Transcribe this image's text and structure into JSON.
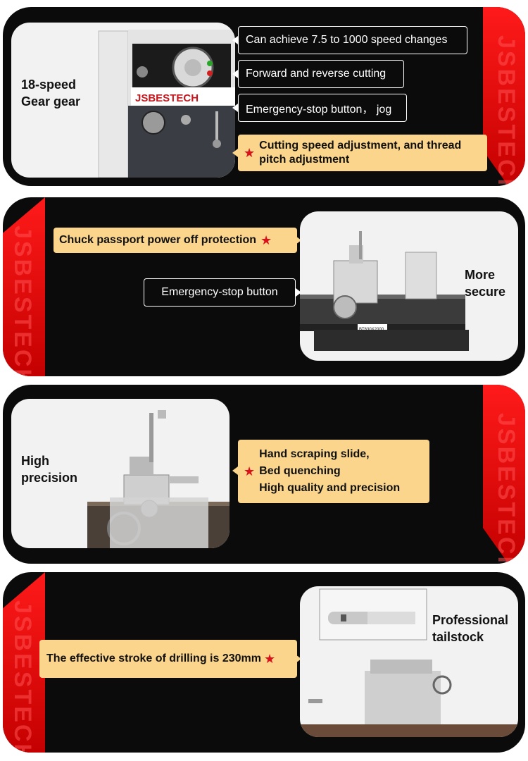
{
  "brand": "JSBESTECH",
  "colors": {
    "accent_red": "#e00000",
    "gold": "#fbd58b",
    "panel": "#0b0b0b"
  },
  "section1": {
    "caption_line1": "18-speed",
    "caption_line2": "Gear gear",
    "panel_brand": "JSBESTECH",
    "features": [
      "Can achieve 7.5 to 1000 speed changes",
      "Forward and reverse cutting",
      "Emergency-stop button， jog"
    ],
    "highlight_line1": "Cutting speed adjustment, and thread",
    "highlight_line2": "pitch adjustment"
  },
  "section2": {
    "highlight": "Chuck passport power off protection",
    "feature": "Emergency-stop button",
    "caption_line1": "More",
    "caption_line2": "secure",
    "model_plate": "BT630X2000"
  },
  "section3": {
    "caption_line1": "High",
    "caption_line2": "precision",
    "highlight_lines": [
      "Hand scraping slide,",
      "Bed quenching",
      "High quality and precision"
    ]
  },
  "section4": {
    "highlight": "The effective stroke of drilling is 230mm",
    "caption_line1": "Professional",
    "caption_line2": "tailstock"
  },
  "icons": [
    "star-icon"
  ]
}
